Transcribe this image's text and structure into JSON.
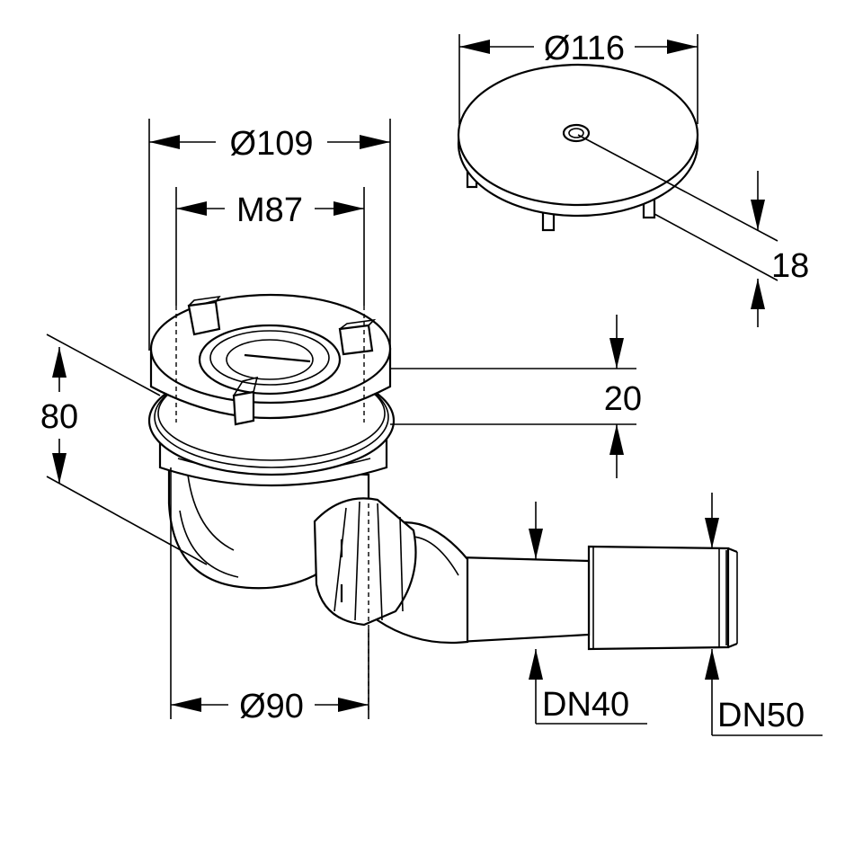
{
  "dimensions": {
    "cover_diameter": "Ø116",
    "cover_height": "18",
    "flange_diameter": "Ø109",
    "thread": "M87",
    "height_total": "80",
    "flange_height": "20",
    "body_diameter": "Ø90",
    "outlet_small": "DN40",
    "outlet_large": "DN50"
  }
}
